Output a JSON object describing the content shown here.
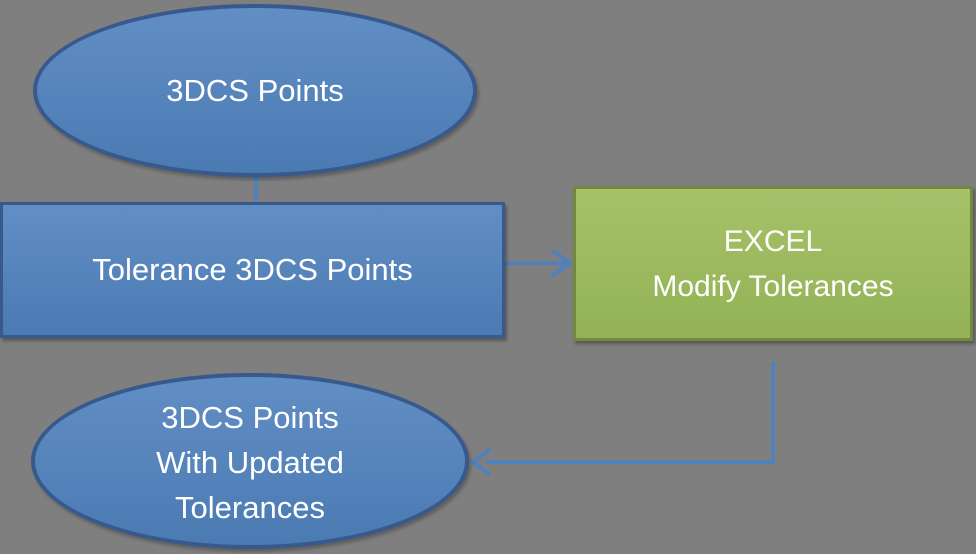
{
  "colors": {
    "background": "#7f7f7f",
    "node-blue-fill": "#4f81bd",
    "node-blue-border": "#38598c",
    "node-green-fill": "#9bbb59",
    "node-green-border": "#71893f",
    "connector-blue": "#4f81bd",
    "label-text": "#ffffff"
  },
  "diagram": {
    "type": "flowchart",
    "nodes": [
      {
        "id": "source-points",
        "shape": "ellipse",
        "label": "3DCS Points"
      },
      {
        "id": "tolerance-points",
        "shape": "rectangle",
        "label": "Tolerance 3DCS Points"
      },
      {
        "id": "excel-modify",
        "shape": "rectangle",
        "lines": [
          "EXCEL",
          "Modify Tolerances"
        ]
      },
      {
        "id": "updated-points",
        "shape": "ellipse",
        "lines": [
          "3DCS Points",
          "With Updated",
          "Tolerances"
        ]
      }
    ],
    "edges": [
      {
        "from": "source-points",
        "to": "tolerance-points",
        "style": "straight-line"
      },
      {
        "from": "tolerance-points",
        "to": "excel-modify",
        "style": "right-arrow"
      },
      {
        "from": "excel-modify",
        "to": "updated-points",
        "style": "elbow-arrow"
      }
    ]
  }
}
